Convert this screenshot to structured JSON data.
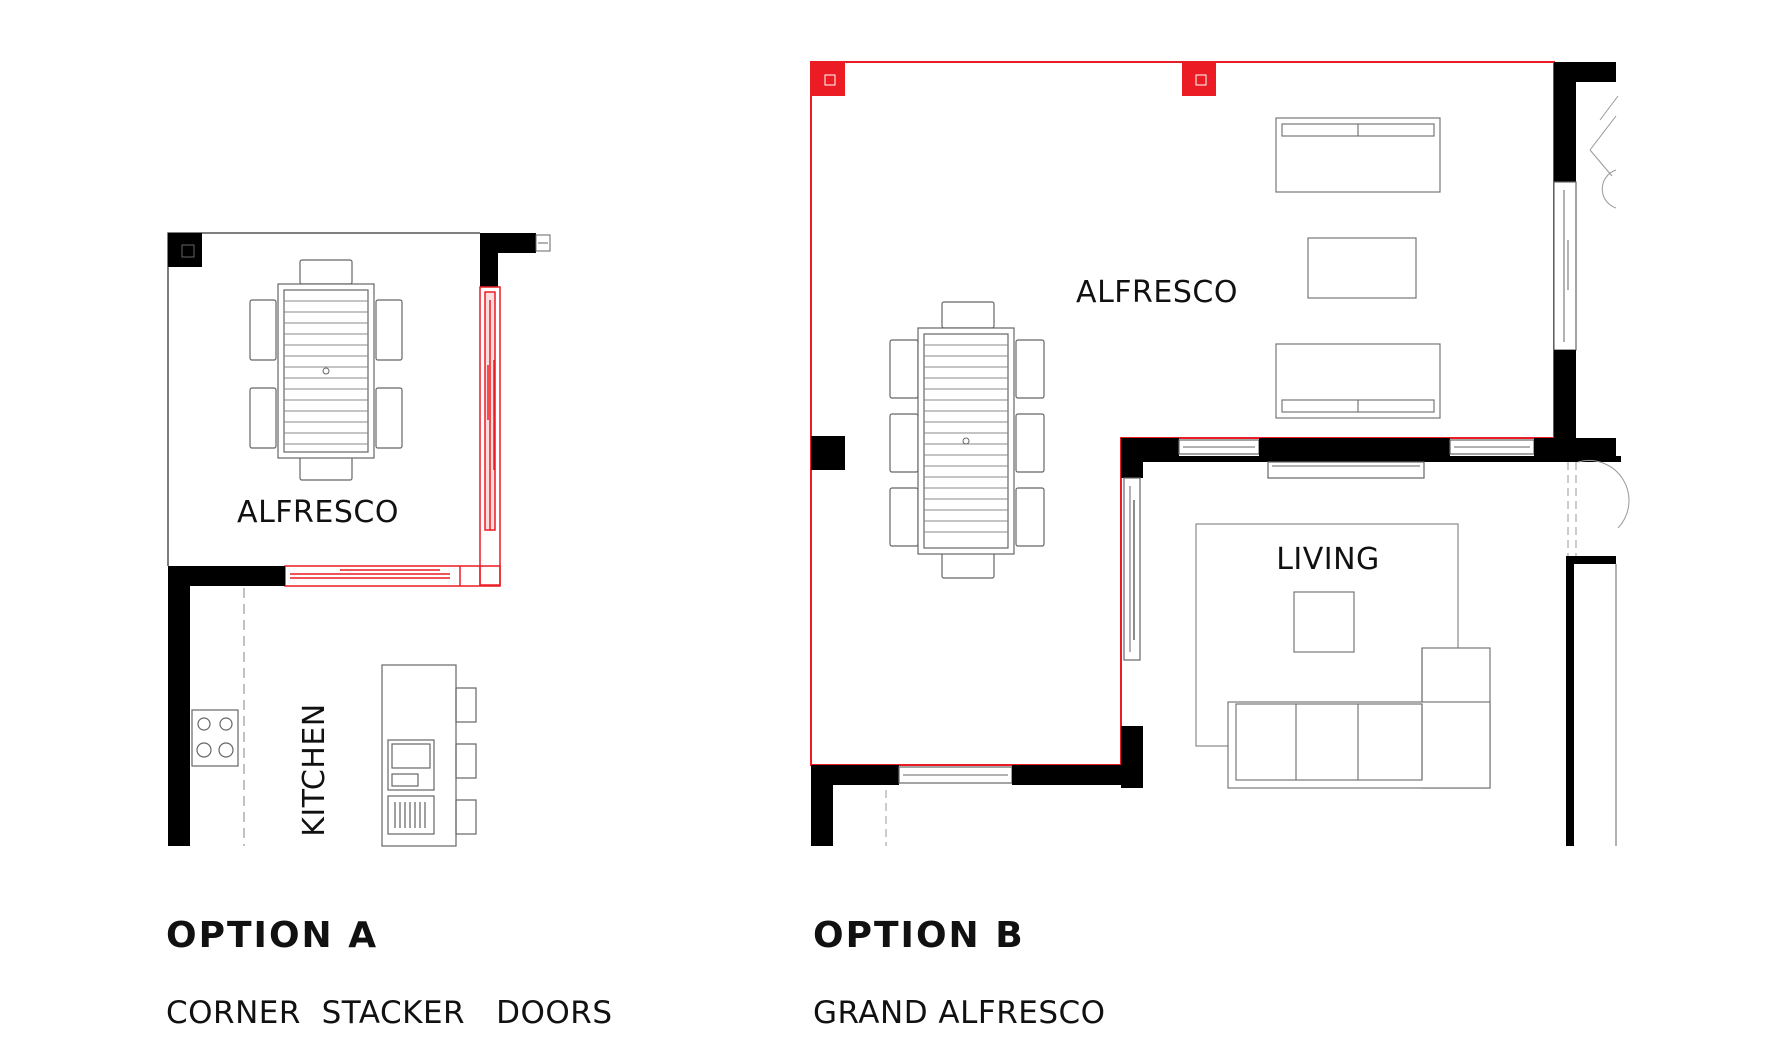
{
  "colors": {
    "wall": "#000000",
    "accent": "#ec1c24",
    "line": "#999999",
    "background": "#ffffff"
  },
  "option_a": {
    "title": "OPTION A",
    "subtitle": "CORNER  STACKER   DOORS",
    "rooms": {
      "alfresco": "ALFRESCO",
      "kitchen": "KITCHEN"
    }
  },
  "option_b": {
    "title": "OPTION B",
    "subtitle": "GRAND ALFRESCO",
    "rooms": {
      "alfresco": "ALFRESCO",
      "living": "LIVING"
    }
  }
}
